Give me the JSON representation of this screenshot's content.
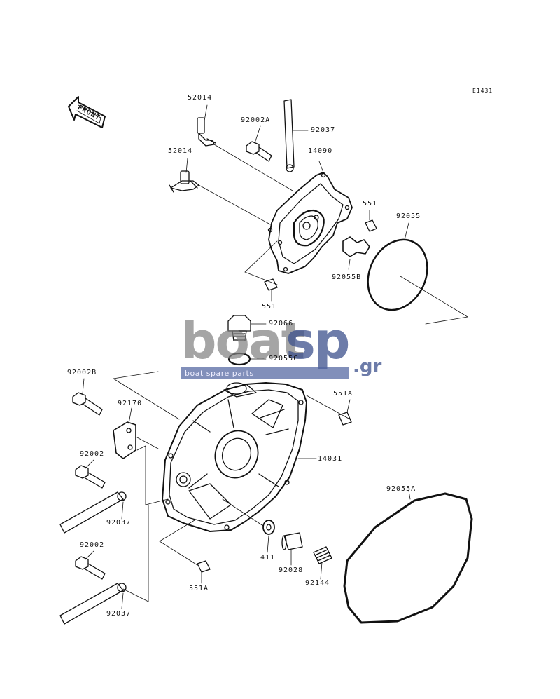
{
  "diagram_code": "E1431",
  "front_label": "FRONT",
  "watermark": {
    "brand_part1": "boat",
    "brand_part2": "sp",
    "domain_suffix": ".gr",
    "tagline": "boat spare parts"
  },
  "parts": {
    "p52014_top": "52014",
    "p52014_mid": "52014",
    "p92002A": "92002A",
    "p92037_top": "92037",
    "p14090": "14090",
    "p551_right": "551",
    "p92055": "92055",
    "p92055B": "92055B",
    "p551_bottom": "551",
    "p92066": "92066",
    "p92055C": "92055C",
    "p92002B": "92002B",
    "p92170": "92170",
    "p551A_right": "551A",
    "p14031": "14031",
    "p92002_top": "92002",
    "p92037_mid": "92037",
    "p92002_bottom": "92002",
    "p411": "411",
    "p92028": "92028",
    "p92144": "92144",
    "p92055A": "92055A",
    "p551A_bottom": "551A",
    "p92037_bottom": "92037"
  }
}
